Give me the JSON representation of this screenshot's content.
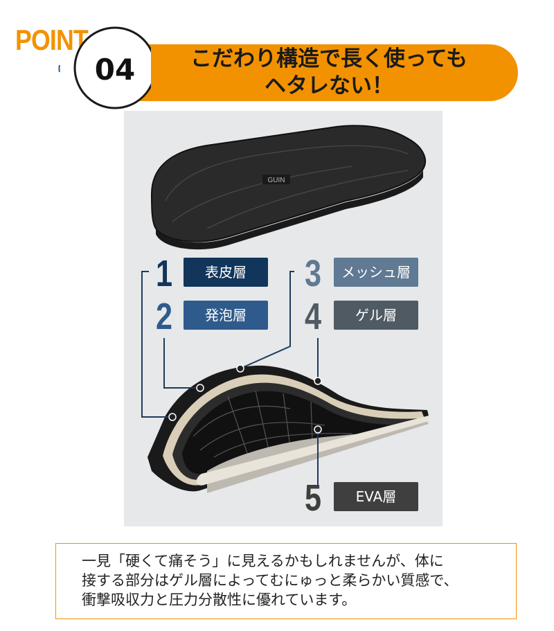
{
  "header": {
    "point_label": "POINT",
    "point_number": "04",
    "title_line1": "こだわり構造で長く使っても",
    "title_line2": "ヘタレない！"
  },
  "product": {
    "brand_tag": "GUIN"
  },
  "layers": [
    {
      "number": "1",
      "label": "表皮層",
      "color": "#12355b"
    },
    {
      "number": "2",
      "label": "発泡層",
      "color": "#2f5b8c"
    },
    {
      "number": "3",
      "label": "メッシュ層",
      "color": "#5f7a92"
    },
    {
      "number": "4",
      "label": "ゲル層",
      "color": "#505a63"
    },
    {
      "number": "5",
      "label": "EVA層",
      "color": "#3f3f3f"
    }
  ],
  "description": {
    "line1": "一見「硬くて痛そう」に見えるかもしれませんが、体に",
    "line2": "接する部分はゲル層によってむにゅっと柔らかい質感で、",
    "line3": "衝撃吸収力と圧力分散性に優れています。"
  },
  "colors": {
    "accent": "#f39200",
    "background_photo": "#e6e8ea"
  }
}
